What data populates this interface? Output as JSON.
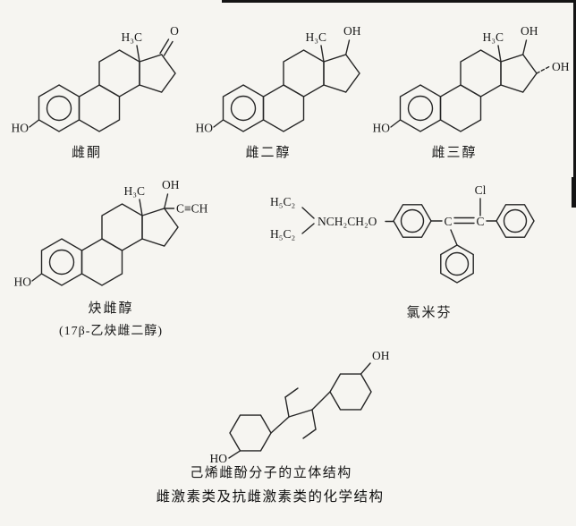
{
  "figure": {
    "caption": "雌激素类及抗雌激素类的化学结构",
    "ink_color": "#262626",
    "paper_color": "#f6f5f1"
  },
  "molecules": {
    "estrone": {
      "name": "雌酮",
      "methyl": "H₃C",
      "ketone_oxygen": "O",
      "phenol_hydroxyl": "HO"
    },
    "estradiol": {
      "name": "雌二醇",
      "methyl": "H₃C",
      "hydroxyl_17": "OH",
      "phenol_hydroxyl": "HO"
    },
    "estriol": {
      "name": "雌三醇",
      "methyl": "H₃C",
      "hydroxyl_17": "OH",
      "hydroxyl_16": "OH",
      "phenol_hydroxyl": "HO"
    },
    "ethinylestradiol": {
      "name": "炔雌醇",
      "alt_name": "(17β-乙炔雌二醇)",
      "methyl": "H₃C",
      "hydroxyl_17": "OH",
      "ethynyl": "C≡CH",
      "phenol_hydroxyl": "HO"
    },
    "clomiphene": {
      "name": "氯米芬",
      "ethyl_upper": "H₅C₂",
      "ethyl_lower": "H₅C₂",
      "aminoether_chain": "NCH₂CH₂O",
      "vinyl_carbon_left": "C",
      "vinyl_carbon_right": "C",
      "chlorine": "Cl"
    },
    "diethylstilbestrol": {
      "caption": "己烯雌酚分子的立体结构",
      "hydroxyl_upper": "OH",
      "phenol_lower": "HO"
    }
  }
}
